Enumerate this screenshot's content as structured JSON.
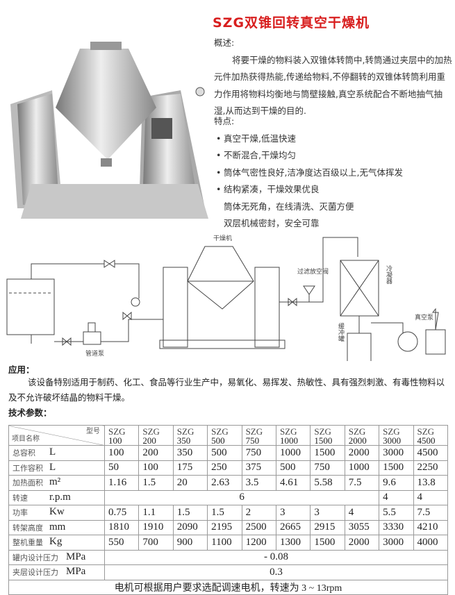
{
  "title": "SZG双锥回转真空干燥机",
  "overview": {
    "heading": "概述:",
    "body": "将要干燥的物料装入双锥体转筒中,转筒通过夹层中的加热元件加热获得热能,传递给物料,不停翻转的双锥体转筒利用重力作用将物料均衡地与筒壁接触,真空系统配合不断地抽气抽湿,从而达到干燥的目的."
  },
  "features": {
    "heading": "特点:",
    "items": [
      "真空干燥,低温快速",
      "不断混合,干燥均匀",
      "筒体气密性良好,洁净度达百级以上,无气体挥发",
      "结构紧凑，干燥效果优良",
      "筒体无死角，在线清洗、灭菌方便",
      "双层机械密封，安全可靠"
    ]
  },
  "diagram": {
    "dryer": "干燥机",
    "filter_valve": "过滤放空阀",
    "condenser": "冷凝器",
    "buffer_tank": "缓冲罐",
    "vacuum_pump": "真空泵",
    "pipe_pump": "管道泵"
  },
  "application": {
    "heading": "应用：",
    "body": "该设备特别适用于制药、化工、食品等行业生产中，易氧化、易挥发、热敏性、具有强烈刺激、有毒性物料以及不允许破坏结晶的物料干燥。"
  },
  "specs": {
    "heading": "技术参数：",
    "corner_top": "型号",
    "corner_bottom": "项目名称",
    "model_prefix": "SZG",
    "models": [
      "100",
      "200",
      "350",
      "500",
      "750",
      "1000",
      "1500",
      "2000",
      "3000",
      "4500"
    ],
    "rows": [
      {
        "name": "总容积",
        "unit": "L",
        "values": [
          "100",
          "200",
          "350",
          "500",
          "750",
          "1000",
          "1500",
          "2000",
          "3000",
          "4500"
        ]
      },
      {
        "name": "工作容积",
        "unit": "L",
        "values": [
          "50",
          "100",
          "175",
          "250",
          "375",
          "500",
          "750",
          "1000",
          "1500",
          "2250"
        ]
      },
      {
        "name": "加热面积",
        "unit": "m²",
        "values": [
          "1.16",
          "1.5",
          "20",
          "2.63",
          "3.5",
          "4.61",
          "5.58",
          "7.5",
          "9.6",
          "13.8"
        ]
      },
      {
        "name": "转速",
        "unit": "r.p.m",
        "merged": "6",
        "values": [
          "4",
          "4"
        ]
      },
      {
        "name": "功率",
        "unit": "Kw",
        "values": [
          "0.75",
          "1.1",
          "1.5",
          "1.5",
          "2",
          "3",
          "3",
          "4",
          "5.5",
          "7.5"
        ]
      },
      {
        "name": "转架高度",
        "unit": "mm",
        "values": [
          "1810",
          "1910",
          "2090",
          "2195",
          "2500",
          "2665",
          "2915",
          "3055",
          "3330",
          "4210"
        ]
      },
      {
        "name": "整机重量",
        "unit": "Kg",
        "values": [
          "550",
          "700",
          "900",
          "1100",
          "1200",
          "1300",
          "1500",
          "2000",
          "3000",
          "4000"
        ]
      },
      {
        "name": "罐内设计压力",
        "unit": "MPa",
        "merged": "- 0.08"
      },
      {
        "name": "夹层设计压力",
        "unit": "MPa",
        "merged": "0.3"
      }
    ],
    "footer": "电机可根据用户要求选配调速电机，转速为 3 ~ 13rpm"
  }
}
